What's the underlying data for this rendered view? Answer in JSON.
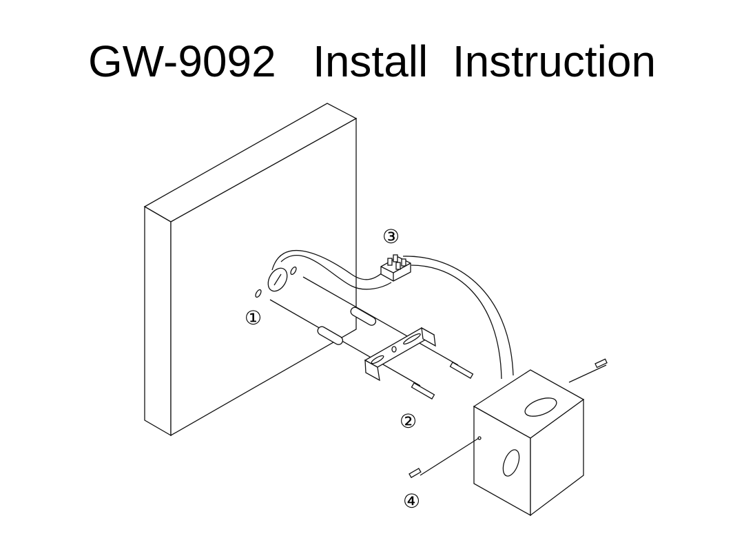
{
  "title": "GW-9092   Install  Instruction",
  "labels": {
    "step1": "①",
    "step2": "②",
    "step3": "③",
    "step4": "④"
  }
}
